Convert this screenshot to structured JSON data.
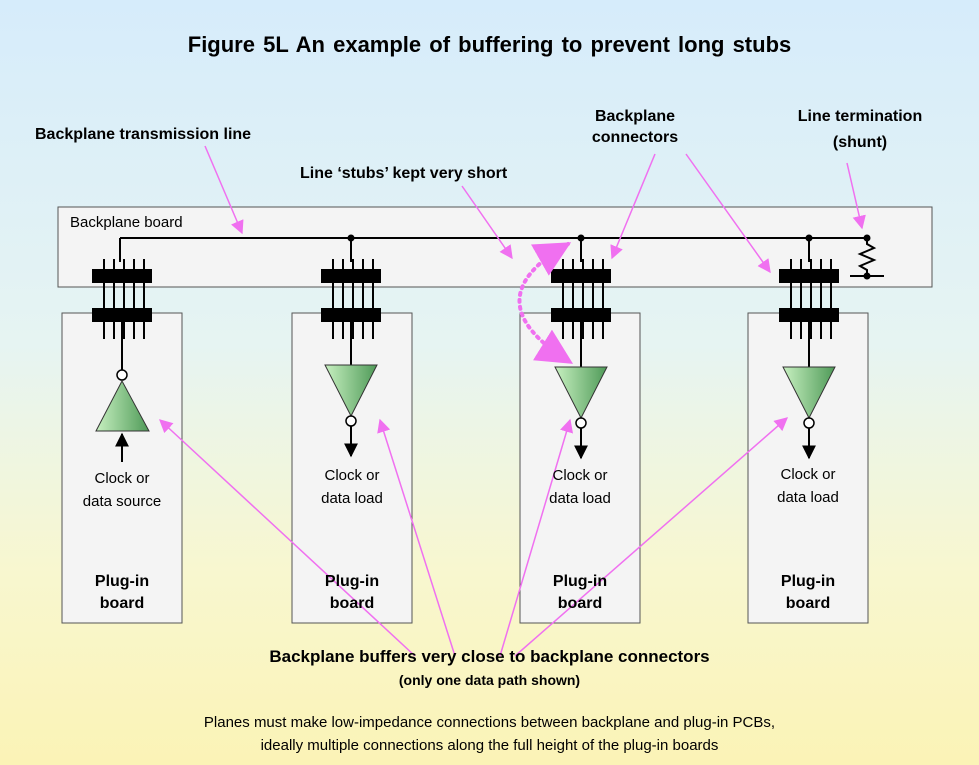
{
  "title": "Figure 5L    An example of buffering to prevent long stubs",
  "labels": {
    "transmission_line": "Backplane transmission line",
    "stubs": "Line ‘stubs’ kept very short",
    "connectors_1": "Backplane",
    "connectors_2": "connectors",
    "termination_1": "Line termination",
    "termination_2": "(shunt)",
    "backplane_board": "Backplane board"
  },
  "boards": [
    {
      "desc_1": "Clock or",
      "desc_2": "data source",
      "name_1": "Plug-in",
      "name_2": "board"
    },
    {
      "desc_1": "Clock or",
      "desc_2": "data load",
      "name_1": "Plug-in",
      "name_2": "board"
    },
    {
      "desc_1": "Clock or",
      "desc_2": "data load",
      "name_1": "Plug-in",
      "name_2": "board"
    },
    {
      "desc_1": "Clock or",
      "desc_2": "data load",
      "name_1": "Plug-in",
      "name_2": "board"
    }
  ],
  "buffers_note": {
    "line_1": "Backplane buffers very close to backplane connectors",
    "line_2": "(only one data path shown)"
  },
  "footer": {
    "line_1": "Planes must make low-impedance connections between backplane and plug-in PCBs,",
    "line_2": "ideally multiple connections along the full height of the plug-in boards"
  },
  "colors": {
    "arrow": "#f070f0",
    "buffer_fill": "#a6e3a0",
    "board_fill": "#f4f4f4"
  }
}
